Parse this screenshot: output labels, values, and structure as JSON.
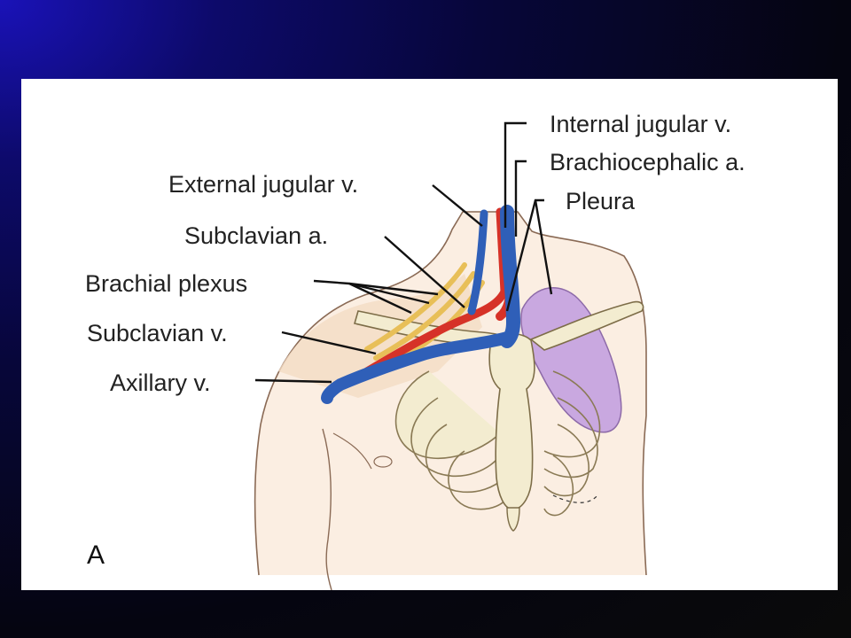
{
  "figure": {
    "panel_letter": "A",
    "labels": {
      "internal_jugular_v": "Internal jugular v.",
      "brachiocephalic_a": "Brachiocephalic a.",
      "pleura": "Pleura",
      "external_jugular_v": "External jugular v.",
      "subclavian_a": "Subclavian a.",
      "brachial_plexus": "Brachial plexus",
      "subclavian_v": "Subclavian v.",
      "axillary_v": "Axillary v."
    },
    "colors": {
      "skin": "#f4dcc4",
      "bone": "#f3ecd0",
      "lung": "#c9a8e0",
      "vein": "#2f5fb8",
      "artery": "#d63228",
      "nerve": "#efc86a"
    }
  }
}
